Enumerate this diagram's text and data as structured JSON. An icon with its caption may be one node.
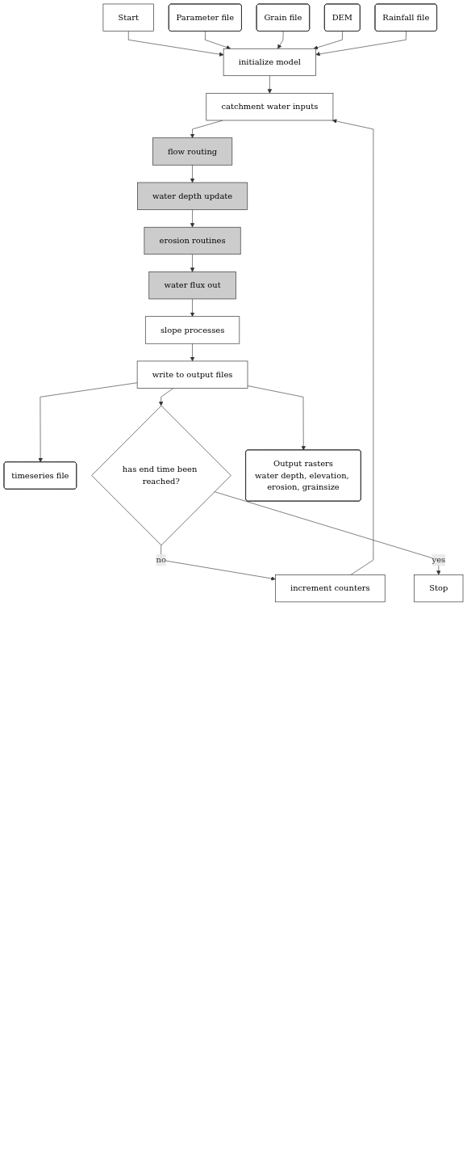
{
  "diagram": {
    "nodes": [
      {
        "text": [
          "Start"
        ]
      },
      {
        "text": [
          "Parameter file"
        ]
      },
      {
        "text": [
          "Grain file"
        ]
      },
      {
        "text": [
          "DEM"
        ]
      },
      {
        "text": [
          "initialize model"
        ]
      },
      {
        "text": [
          "Rainfall file"
        ]
      },
      {
        "text": [
          "catchment water inputs"
        ]
      },
      {
        "text": [
          "flow routing"
        ]
      },
      {
        "text": [
          "water depth update"
        ]
      },
      {
        "text": [
          "increment counters"
        ]
      },
      {
        "text": [
          "erosion routines"
        ]
      },
      {
        "text": [
          "water flux out"
        ]
      },
      {
        "text": [
          "slope processes"
        ]
      },
      {
        "text": [
          "write to output files"
        ]
      },
      {
        "text": [
          "timeseries file"
        ]
      },
      {
        "text": [
          "has end time been reached?"
        ]
      },
      {
        "text": [
          "Output rasters",
          "water depth, elevation, erosion, grainsize"
        ]
      },
      {
        "text": [
          "Stop"
        ]
      }
    ],
    "edges": [
      {
        "from": 0,
        "to": 4,
        "arrow": "to"
      },
      {
        "from": 1,
        "to": 4,
        "arrow": "to"
      },
      {
        "from": 2,
        "to": 4,
        "arrow": "to"
      },
      {
        "from": 3,
        "to": 4,
        "arrow": "to"
      },
      {
        "from": 5,
        "to": 4,
        "arrow": "to"
      },
      {
        "from": 4,
        "to": 6,
        "arrow": "to"
      },
      {
        "from": 6,
        "to": 7,
        "arrow": "to"
      },
      {
        "from": 7,
        "to": 8,
        "arrow": "to"
      },
      {
        "from": 8,
        "to": 10,
        "arrow": "to"
      },
      {
        "from": 10,
        "to": 11,
        "arrow": "to"
      },
      {
        "from": 11,
        "to": 12,
        "arrow": "to"
      },
      {
        "from": 12,
        "to": 13,
        "arrow": "to"
      },
      {
        "from": 13,
        "to": 14,
        "arrow": "to"
      },
      {
        "from": 13,
        "to": 15,
        "arrow": "to"
      },
      {
        "from": 13,
        "to": 16,
        "arrow": "to"
      },
      {
        "from": 15,
        "to": 9,
        "label": "no",
        "arrow": "to"
      },
      {
        "from": 9,
        "to": 6,
        "arrow": "to"
      },
      {
        "from": 15,
        "to": 17,
        "label": "yes",
        "arrow": "to"
      }
    ]
  }
}
